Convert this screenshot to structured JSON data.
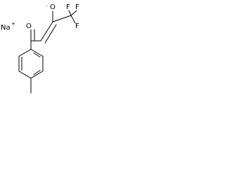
{
  "molecule": {
    "counter_ion": {
      "symbol": "Na",
      "charge": "+"
    },
    "oxygen_radical": {
      "symbol": "O",
      "marker": "·"
    },
    "carbonyl_oxygen": {
      "symbol": "O"
    },
    "fluorines": [
      "F",
      "F",
      "F"
    ]
  }
}
